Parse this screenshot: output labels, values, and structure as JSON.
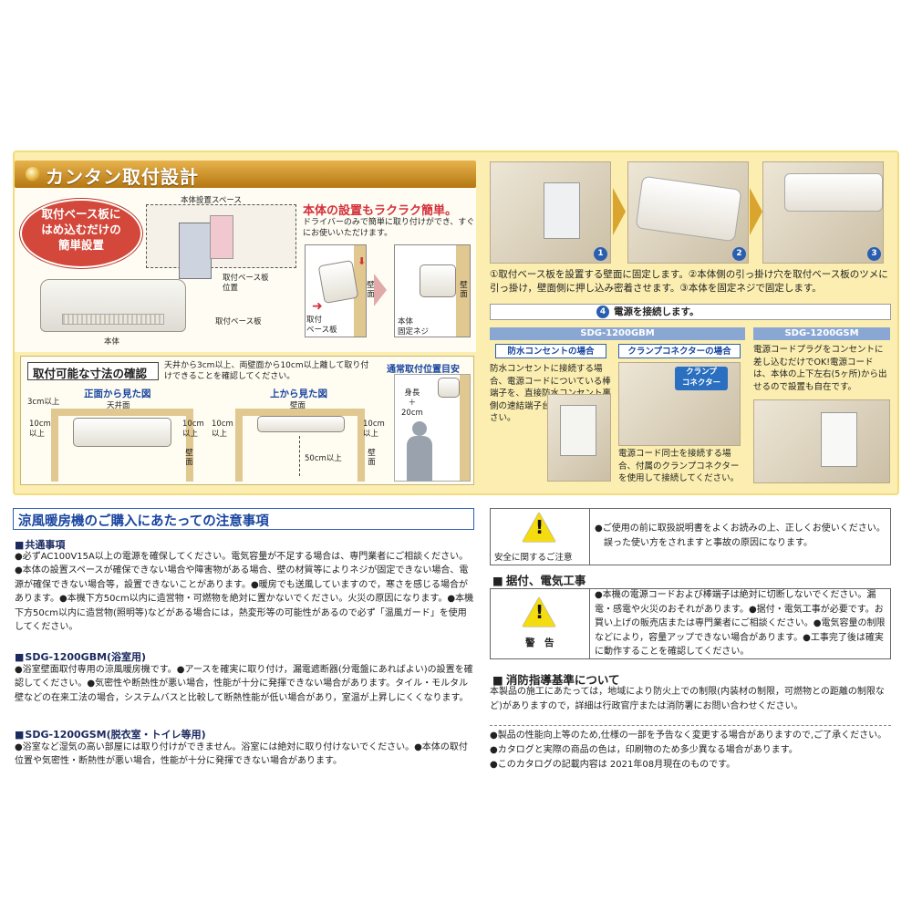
{
  "header": {
    "title": "カンタン取付設計"
  },
  "bubble": {
    "text": "取付ベース板に\nはめ込むだけの\n簡単設置"
  },
  "diagram1": {
    "space_label": "本体設置スペース",
    "plate_position_label": "取付ベース板\n位置",
    "plate_label": "取付ベース板",
    "body_label": "本体"
  },
  "easy": {
    "title": "本体の設置もラクラク簡単。",
    "subtitle": "ドライバーのみで簡単に取り付けができ、すぐにお使いいただけます。",
    "wall_label_1": "壁面",
    "wall_label_2": "壁面",
    "plate_label": "取付\nベース板",
    "screw_label": "本体\n固定ネジ"
  },
  "dims": {
    "title": "取付可能な寸法の確認",
    "note": "天井から3cm以上、両壁面から10cm以上離して取り付けできることを確認してください。",
    "front_title": "正面から見た図",
    "top_title": "上から見た図",
    "ceiling": "天井面",
    "wall": "壁面",
    "cm3": "3cm以上",
    "cm10_left": "10cm\n以上",
    "cm10_right": "10cm\n以上",
    "cm10_left2": "10cm\n以上",
    "cm10_right2": "10cm\n以上",
    "cm50": "50cm以上",
    "wall_v1": "壁面",
    "wall_v2": "壁面",
    "std_title": "通常取付位置目安",
    "height_label": "身長\n＋\n20cm"
  },
  "steps": {
    "nums": [
      "1",
      "2",
      "3"
    ],
    "text": "①取付ベース板を設置する壁面に固定します。②本体側の引っ掛け穴を取付ベース板のツメに引っ掛け，壁面側に押し込み密着させます。③本体を固定ネジで固定します。",
    "step4_num": "4",
    "step4": "電源を接続します。"
  },
  "gb": {
    "model": "SDG-1200GBM",
    "waterproof_title": "防水コンセントの場合",
    "waterproof_text": "防水コンセントに接続する場合、電源コードについている棒端子を、直接防水コンセント裏側の速結端子台に接続してください。",
    "clamp_title": "クランプコネクターの場合",
    "clamp_badge": "クランプ\nコネクター",
    "clamp_text": "電源コード同士を接続する場合、付属のクランプコネクターを使用して接続してください。"
  },
  "gs": {
    "model": "SDG-1200GSM",
    "text": "電源コードプラグをコンセントに差し込むだけでOK!電源コードは、本体の上下左右(5ヶ所)から出せるので設置も自在です。"
  },
  "caution": {
    "title": "涼風暖房機のご購入にあたっての注意事項",
    "common_head": "共通事項",
    "common_text": "●必ずAC100V15A以上の電源を確保してください。電気容量が不足する場合は、専門業者にご相談ください。●本体の設置スペースが確保できない場合や障害物がある場合、壁の材質等によりネジが固定できない場合、電源が確保できない場合等，設置できないことがあります。●暖房でも送風していますので，寒さを感じる場合があります。●本機下方50cm以内に造営物・可燃物を絶対に置かないでください。火災の原因になります。●本機下方50cm以内に造営物(照明等)などがある場合には，熱変形等の可能性があるので必ず「温風ガード」を使用してください。",
    "gb_head": "SDG-1200GBM(浴室用)",
    "gb_text": "●浴室壁面取付専用の涼風暖房機です。●アースを確実に取り付け，漏電遮断器(分電盤にあればよい)の設置を確認してください。●気密性や断熱性が悪い場合，性能が十分に発揮できない場合があります。タイル・モルタル壁などの在来工法の場合，システムバスと比較して断熱性能が低い場合があり，室温が上昇しにくくなります。",
    "gs_head": "SDG-1200GSM(脱衣室・トイレ等用)",
    "gs_text": "●浴室など湿気の高い部屋には取り付けができません。浴室には絶対に取り付けないでください。●本体の取付位置や気密性・断熱性が悪い場合，性能が十分に発揮できない場合があります。"
  },
  "safety": {
    "label": "安全に関するご注意",
    "text": "●ご使用の前に取扱説明書をよくお読みの上、正しくお使いください。\n　誤った使い方をされますと事故の原因になります。"
  },
  "install": {
    "head": "据付、電気工事",
    "label": "警　告",
    "text": "●本機の電源コードおよび棒端子は絶対に切断しないでください。漏電・感電や火災のおそれがあります。●据付・電気工事が必要です。お買い上げの販売店または専門業者にご相談ください。●電気容量の制限などにより，容量アップできない場合があります。●工事完了後は確実に動作することを確認してください。"
  },
  "fire": {
    "head": "消防指導基準について",
    "text": "本製品の施工にあたっては，地域により防火上での制限(内装材の制限，可燃物との距離の制限など)がありますので，詳細は行政官庁または消防署にお問い合わせください。"
  },
  "notes": [
    "●製品の性能向上等のため,仕様の一部を予告なく変更する場合がありますので,ご了承ください。",
    "●カタログと実際の商品の色は，印刷物のため多少異なる場合があります。",
    "●このカタログの記載内容は 2021年08月現在のものです。"
  ],
  "icons": {
    "safety_warning": "warning-triangle-icon",
    "install_warning": "warning-triangle-icon",
    "bullet": "circle-bullet-icon",
    "arrow": "arrow-right-icon"
  },
  "colors": {
    "panel": "#fbeeb0",
    "band": "#c98a24",
    "accent_red": "#d3303b",
    "accent_blue": "#1a46a0",
    "warning_yellow": "#f5dc10"
  }
}
